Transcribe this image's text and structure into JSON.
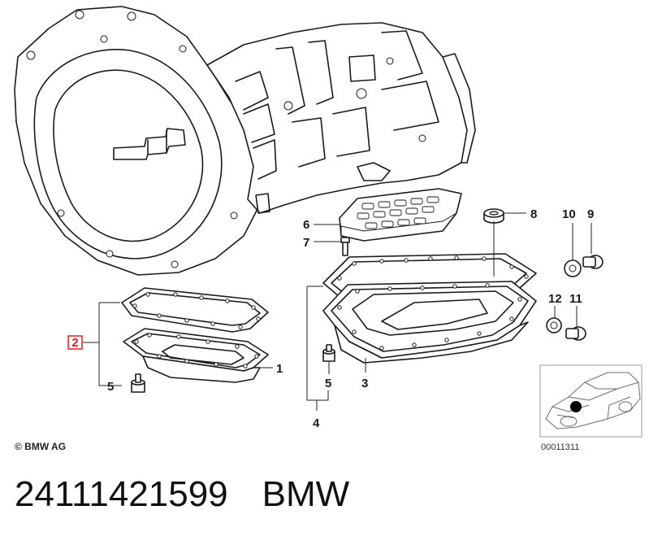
{
  "diagram": {
    "callouts": {
      "c1": "1",
      "c2": "2",
      "c3": "3",
      "c4": "4",
      "c5a": "5",
      "c5b": "5",
      "c6": "6",
      "c7": "7",
      "c8": "8",
      "c9": "9",
      "c10": "10",
      "c11": "11",
      "c12": "12"
    },
    "highlighted_callout": "2",
    "highlight_color": "#e02020",
    "copyright": "© BMW AG",
    "diagram_id": "00011311"
  },
  "footer": {
    "part_number": "24111421599",
    "brand": "BMW"
  }
}
